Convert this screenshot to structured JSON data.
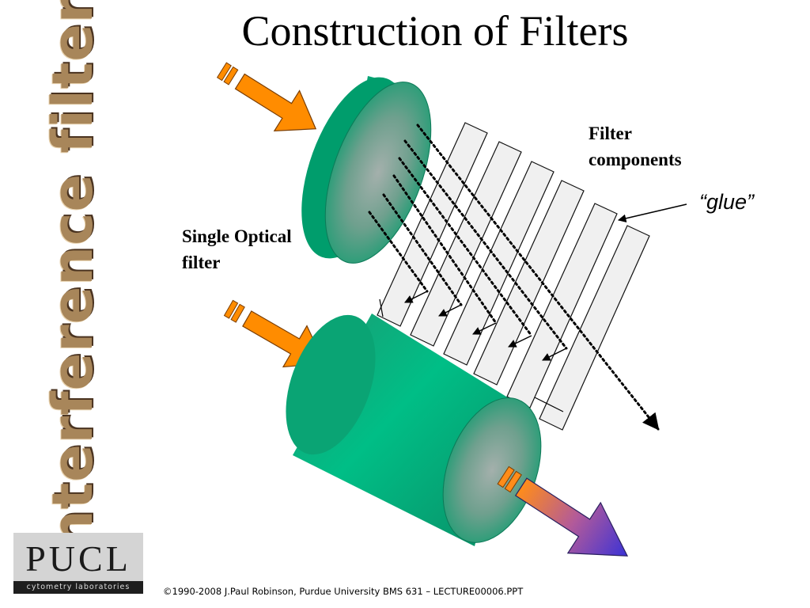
{
  "slide": {
    "title": "Construction of Filters",
    "side_title": "Interference filters"
  },
  "labels": {
    "filter_components": [
      "Filter",
      "components"
    ],
    "glue": "“glue”",
    "single_optical_filter": [
      "Single Optical",
      "filter"
    ]
  },
  "logo": {
    "text": "PUCL",
    "subtitle": "cytometry laboratories"
  },
  "footer": "©1990-2008 J.Paul Robinson, Purdue University  BMS 631 – LECTURE00006.PPT",
  "colors": {
    "filter_body": "#00b27c",
    "arrow_orange": "#ff8c00",
    "output_arrow_end": "#3030d0",
    "side_title": "#a8865a"
  }
}
